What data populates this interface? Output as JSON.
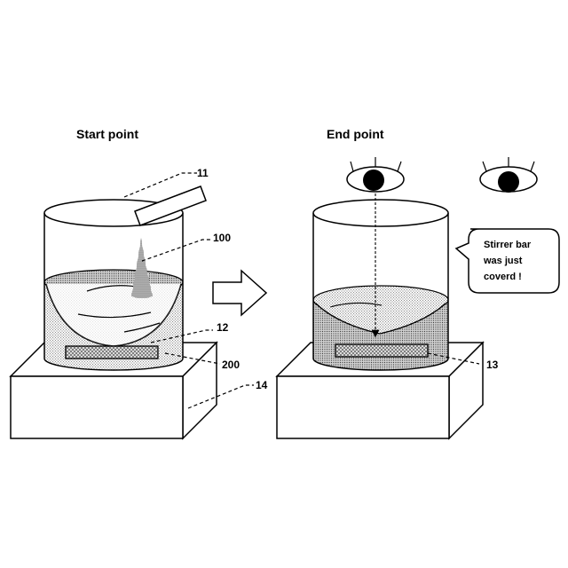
{
  "titles": {
    "start": "Start point",
    "end": "End point"
  },
  "labels": {
    "reagent_strip": "11",
    "powder": "100",
    "stirrer_bar_left": "12",
    "solution": "200",
    "stirrer_plate": "14",
    "stirrer_bar_right": "13"
  },
  "speech_bubble": {
    "line1": "Stirrer bar",
    "line2": "was just",
    "line3": "coverd !"
  }
}
